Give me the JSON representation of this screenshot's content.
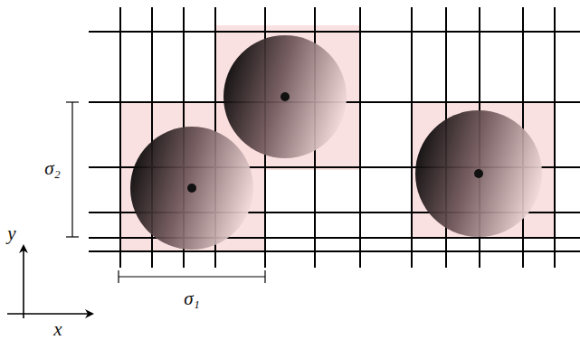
{
  "diagram": {
    "labels": [
      "σ₂",
      "σ₁",
      "y",
      "x"
    ]
  }
}
